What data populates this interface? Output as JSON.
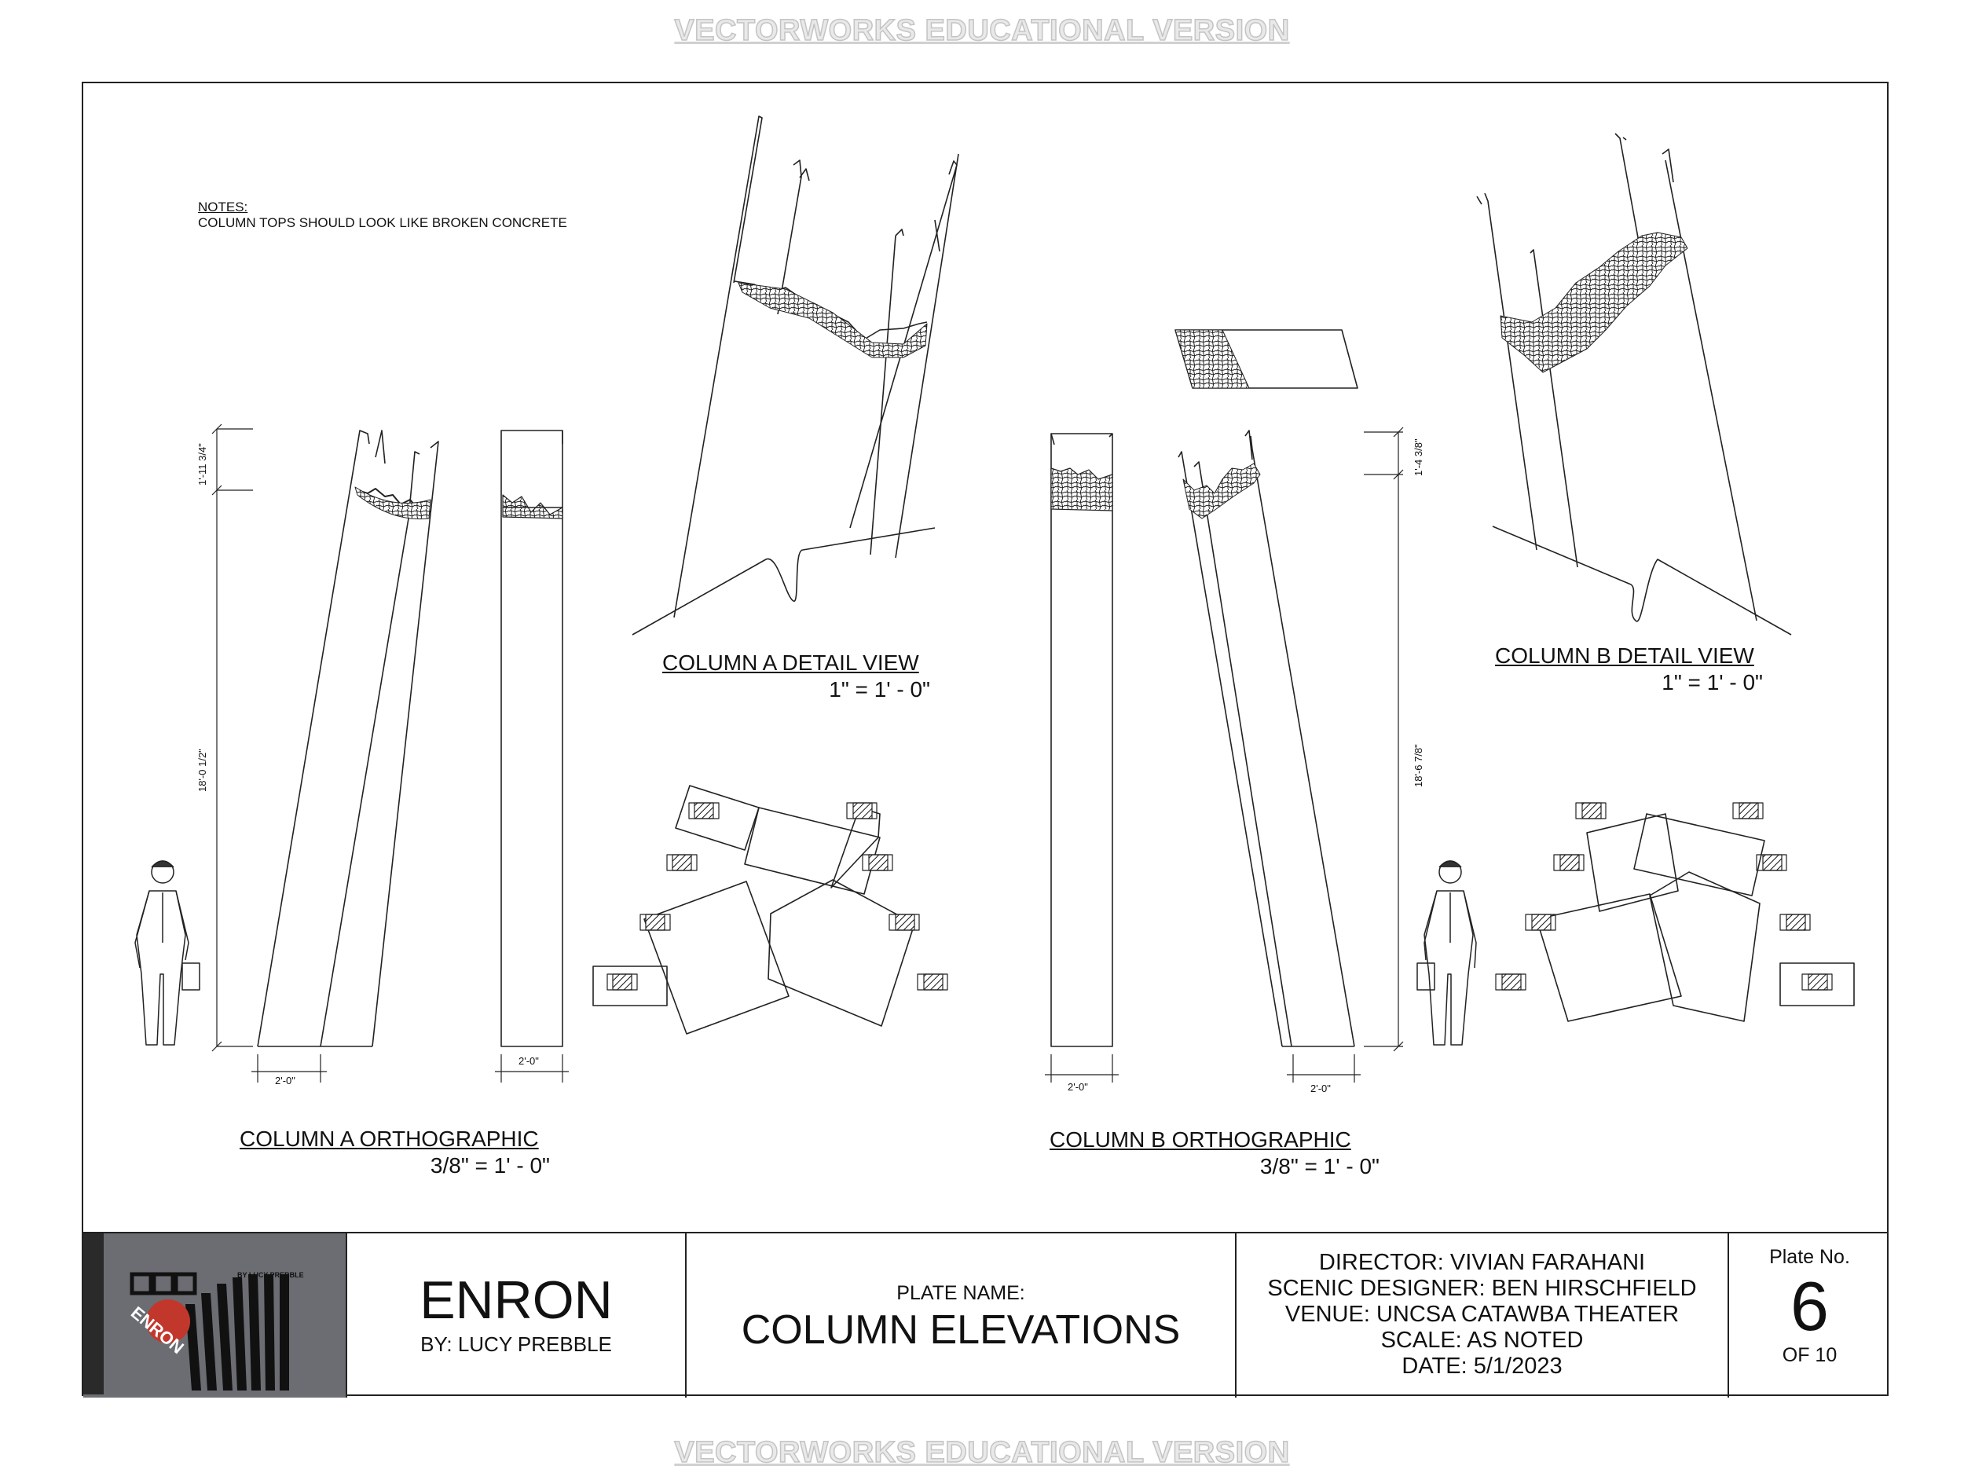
{
  "watermark": "VECTORWORKS EDUCATIONAL VERSION",
  "notes": {
    "heading": "NOTES:",
    "text": "COLUMN TOPS SHOULD LOOK LIKE BROKEN CONCRETE"
  },
  "views": {
    "column_a_detail": {
      "title": "COLUMN A DETAIL VIEW",
      "scale": "1\" = 1' - 0\""
    },
    "column_b_detail": {
      "title": "COLUMN B DETAIL VIEW",
      "scale": "1\" = 1' - 0\""
    },
    "column_a_ortho": {
      "title": "COLUMN A ORTHOGRAPHIC",
      "scale": "3/8\" = 1' - 0\""
    },
    "column_b_ortho": {
      "title": "COLUMN B ORTHOGRAPHIC",
      "scale": "3/8\" = 1' - 0\""
    }
  },
  "dimensions": {
    "a_top": "1'-11 3/4\"",
    "a_height": "18'-0 1/2\"",
    "a_width_left": "2'-0\"",
    "a_width_right": "2'-0\"",
    "b_top": "1'-4 3/8\"",
    "b_height": "18'-6 7/8\"",
    "b_width_left": "2'-0\"",
    "b_width_right": "2'-0\""
  },
  "title_block": {
    "logo_title": "ENRON",
    "logo_byline": "BY LUCY PREBBLE",
    "show_title": "ENRON",
    "show_author": "BY: LUCY PREBBLE",
    "plate_label": "PLATE NAME:",
    "plate_name": "COLUMN ELEVATIONS",
    "director": "DIRECTOR: VIVIAN FARAHANI",
    "designer": "SCENIC DESIGNER: BEN HIRSCHFIELD",
    "venue": "VENUE: UNCSA CATAWBA THEATER",
    "scale": "SCALE: AS NOTED",
    "date": "DATE: 5/1/2023",
    "plate_no_label": "Plate No.",
    "plate_no": "6",
    "plate_of": "OF 10"
  }
}
